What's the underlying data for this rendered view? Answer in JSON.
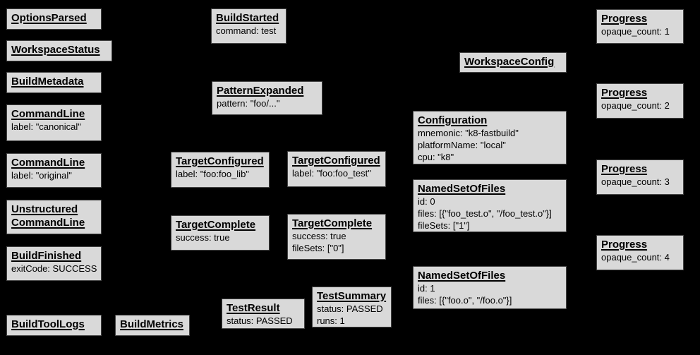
{
  "colors": {
    "background": "#000000",
    "node_fill": "#d9d9d9",
    "node_border": "#444444",
    "text": "#000000"
  },
  "nodes": {
    "options_parsed": {
      "title": "OptionsParsed"
    },
    "workspace_status": {
      "title": "WorkspaceStatus"
    },
    "build_metadata": {
      "title": "BuildMetadata"
    },
    "command_line_canonical": {
      "title": "CommandLine",
      "lines": [
        "label: \"canonical\""
      ]
    },
    "command_line_original": {
      "title": "CommandLine",
      "lines": [
        "label: \"original\""
      ]
    },
    "unstructured_command_line": {
      "title": "Unstructured\nCommandLine"
    },
    "build_finished": {
      "title": "BuildFinished",
      "lines": [
        "exitCode: SUCCESS"
      ]
    },
    "build_tool_logs": {
      "title": "BuildToolLogs"
    },
    "build_metrics": {
      "title": "BuildMetrics"
    },
    "build_started": {
      "title": "BuildStarted",
      "lines": [
        "command: test"
      ]
    },
    "pattern_expanded": {
      "title": "PatternExpanded",
      "lines": [
        "pattern: \"foo/...\""
      ]
    },
    "target_configured_lib": {
      "title": "TargetConfigured",
      "lines": [
        "label: \"foo:foo_lib\""
      ]
    },
    "target_configured_test": {
      "title": "TargetConfigured",
      "lines": [
        "label: \"foo:foo_test\""
      ]
    },
    "target_complete_lib": {
      "title": "TargetComplete",
      "lines": [
        "success: true"
      ]
    },
    "target_complete_test": {
      "title": "TargetComplete",
      "lines": [
        "success: true",
        "fileSets: [\"0\"]"
      ]
    },
    "test_result": {
      "title": "TestResult",
      "lines": [
        "status: PASSED"
      ]
    },
    "test_summary": {
      "title": "TestSummary",
      "lines": [
        "status: PASSED",
        "runs: 1"
      ]
    },
    "workspace_config": {
      "title": "WorkspaceConfig"
    },
    "configuration": {
      "title": "Configuration",
      "lines": [
        "mnemonic: \"k8-fastbuild\"",
        "platformName: \"local\"",
        "cpu: \"k8\""
      ]
    },
    "named_set_of_files_0": {
      "title": "NamedSetOfFiles",
      "lines": [
        "id: 0",
        "files: [{\"foo_test.o\", \"/foo_test.o\"}]",
        "fileSets: [\"1\"]"
      ]
    },
    "named_set_of_files_1": {
      "title": "NamedSetOfFiles",
      "lines": [
        "id: 1",
        "files: [{\"foo.o\", \"/foo.o\"}]"
      ]
    },
    "progress_1": {
      "title": "Progress",
      "lines": [
        "opaque_count: 1"
      ]
    },
    "progress_2": {
      "title": "Progress",
      "lines": [
        "opaque_count: 2"
      ]
    },
    "progress_3": {
      "title": "Progress",
      "lines": [
        "opaque_count: 3"
      ]
    },
    "progress_4": {
      "title": "Progress",
      "lines": [
        "opaque_count: 4"
      ]
    }
  }
}
